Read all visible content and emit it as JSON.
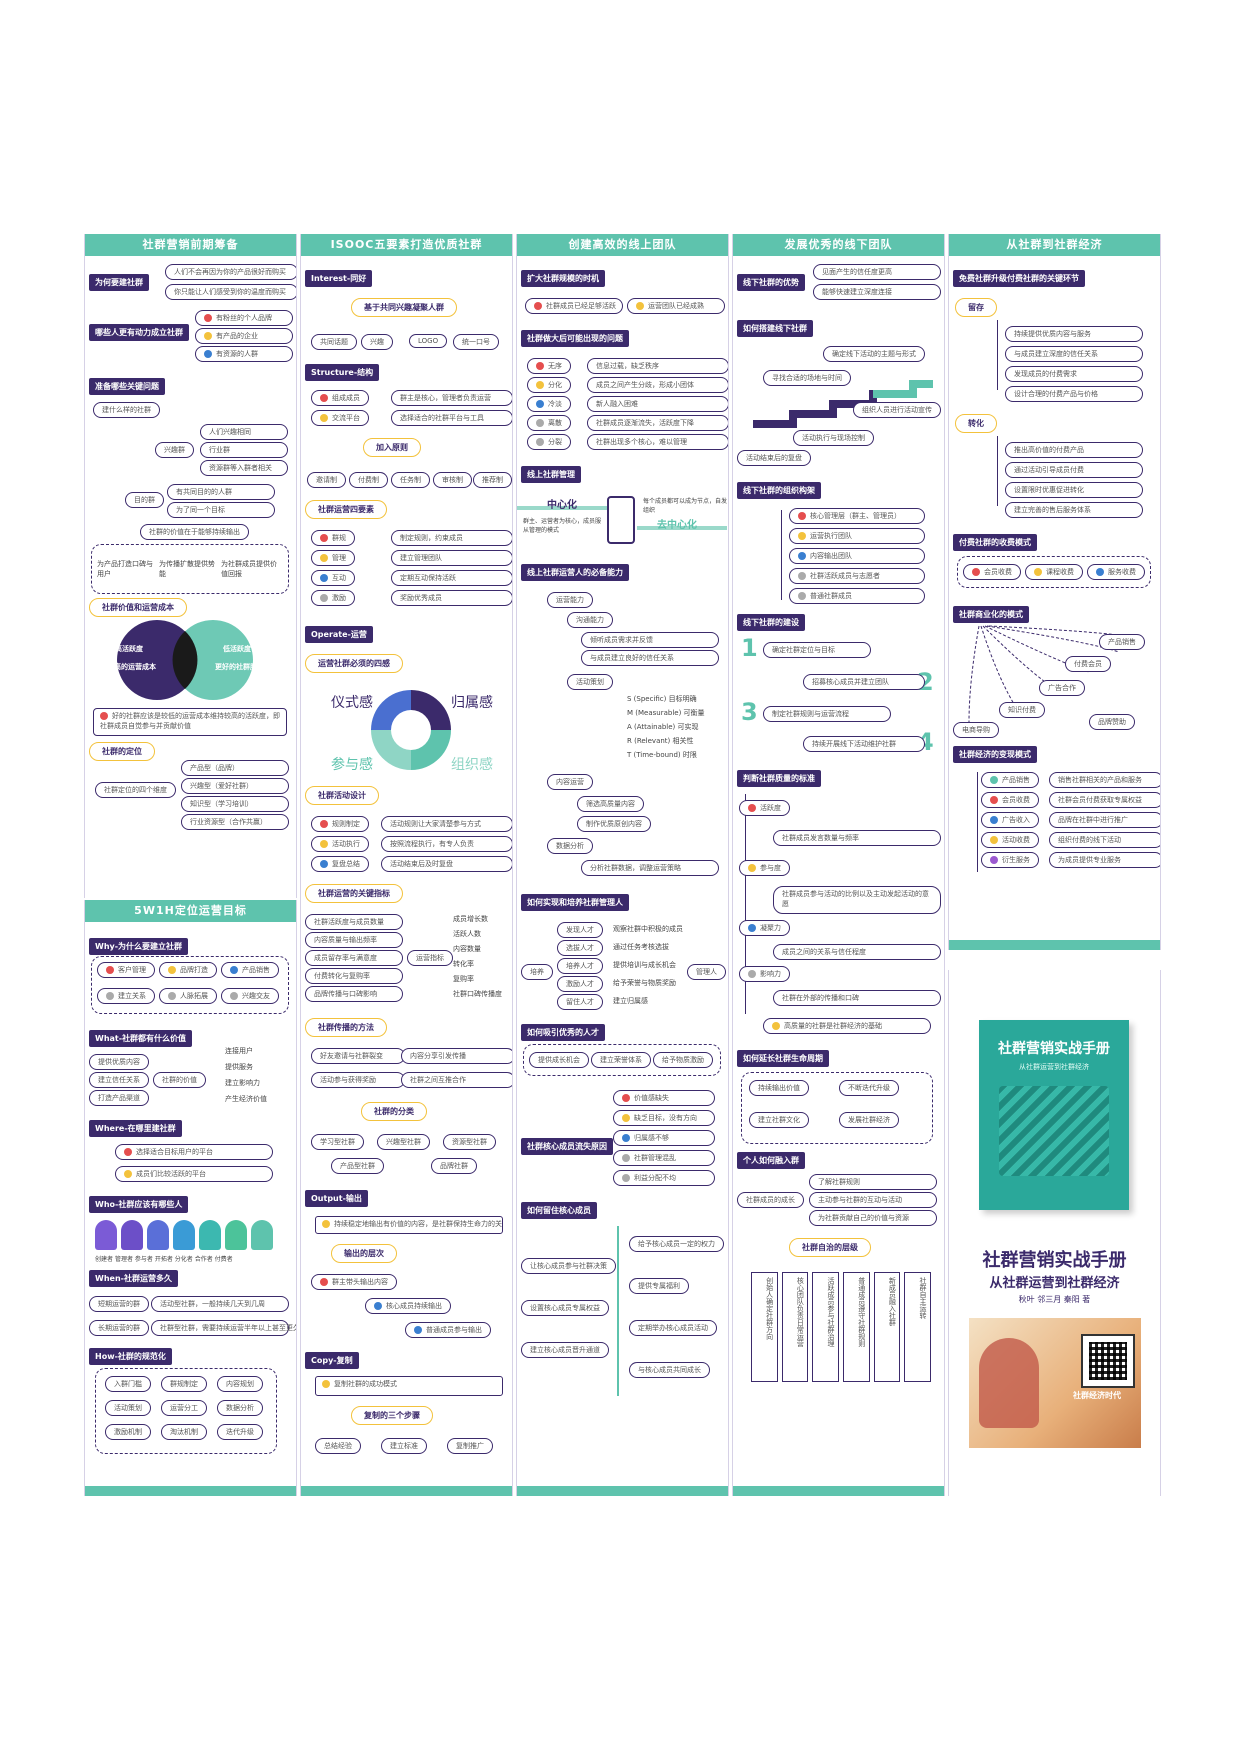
{
  "columns": [
    {
      "title": "社群营销前期筹备"
    },
    {
      "title": "ISOOC五要素打造优质社群"
    },
    {
      "title": "创建高效的线上团队"
    },
    {
      "title": "发展优秀的线下团队"
    },
    {
      "title": "从社群到社群经济"
    }
  ],
  "col1": {
    "sec1": "为何要建社群",
    "sec1_items": [
      "人们不会再因为你的产品很好而购买",
      "你只能让人们感受到你的温度而购买"
    ],
    "sec2": "哪些人更有动力成立社群",
    "sec2_items": [
      "有粉丝的个人品牌",
      "有产品的企业",
      "有资源的人群"
    ],
    "sec3": "准备哪些关键问题",
    "sec3_q": "建什么样的社群",
    "sec3_branch1": "兴趣群",
    "sec3_branch1_items": [
      "人们兴趣相同",
      "行业群",
      "资源群等入群者相关"
    ],
    "sec3_branch2": "目的群",
    "sec3_branch2_items": [
      "有共同目的的人群",
      "为了同一个目标"
    ],
    "sec3_note": "社群的价值在于能够持续输出",
    "sec3_bottom": [
      "为产品打造口碑与用户",
      "为传播扩散提供势能",
      "为社群成员提供价值回报"
    ],
    "sec4": "社群价值和运营成本",
    "venn_left_top": "高活跃度",
    "venn_left_bottom": "更高的运营成本",
    "venn_right_top": "低活跃度",
    "venn_right_bottom": "更好的社群服务",
    "sec4_note": "好的社群应该是较低的运营成本维持较高的活跃度，即社群成员自觉参与并贡献价值",
    "sec5": "社群的定位",
    "sec5_root": "社群定位的四个维度",
    "sec5_items": [
      "产品型（品牌）",
      "兴趣型（爱好社群）",
      "知识型（学习培训）",
      "行业资源型（合作共赢）"
    ]
  },
  "col1b": {
    "title": "5W1H定位运营目标",
    "why": "Why-为什么要建立社群",
    "why_items": [
      "客户管理",
      "品牌打造",
      "产品销售",
      "建立关系",
      "人脉拓展",
      "兴趣交友"
    ],
    "what": "What-社群都有什么价值",
    "what_left": [
      "提供优质内容",
      "建立信任关系",
      "打造产品渠道"
    ],
    "what_center": "社群的价值",
    "what_right": [
      "连接用户",
      "提供服务",
      "建立影响力",
      "产生经济价值"
    ],
    "where": "Where-在哪里建社群",
    "where_items": [
      "选择适合目标用户的平台",
      "成员们比较活跃的平台"
    ],
    "who": "Who-社群应该有哪些人",
    "who_roles": [
      "创建者",
      "管理者",
      "参与者",
      "开拓者",
      "分化者",
      "合作者",
      "付费者"
    ],
    "when": "When-社群运营多久",
    "when_left": [
      "短期运营的群",
      "长期运营的群"
    ],
    "when_right": [
      "活动型社群，一般持续几天到几周",
      "社群型社群，需要持续运营半年以上甚至更久"
    ],
    "how": "How-社群的规范化",
    "how_items": [
      "入群门槛",
      "群规制定",
      "内容规划",
      "活动策划",
      "运营分工",
      "数据分析",
      "激励机制",
      "淘汰机制",
      "迭代升级"
    ]
  },
  "col2": {
    "interest": "Interest-同好",
    "interest_hex": "基于共同兴趣凝聚人群",
    "interest_items": [
      "共同话题",
      "兴趣",
      "LOGO",
      "统一口号"
    ],
    "structure": "Structure-结构",
    "structure_items": [
      "组成成员",
      "交流平台"
    ],
    "structure_desc": [
      "群主是核心，管理者负责运营",
      "选择适合的社群平台与工具"
    ],
    "structure_hex": "加入原则",
    "structure_sub": [
      "邀请制",
      "付费制",
      "任务制",
      "审核制",
      "推荐制"
    ],
    "structure_hex2": "社群运营四要素",
    "structure_four": [
      "群规",
      "管理",
      "互动",
      "激励"
    ],
    "structure_four_desc": [
      "制定规则，约束成员",
      "建立管理团队",
      "定期互动保持活跃",
      "奖励优秀成员"
    ],
    "operate": "Operate-运营",
    "operate_hex": "运营社群必须的四感",
    "ring_labels": [
      "仪式感",
      "归属感",
      "参与感",
      "组织感"
    ],
    "operate_hex2": "社群活动设计",
    "operate_items": [
      "规则制定",
      "活动执行",
      "复盘总结"
    ],
    "operate_item_desc": [
      "活动规则让大家清楚参与方式",
      "按照流程执行，有专人负责",
      "活动结束后及时复盘"
    ],
    "operate_hex3": "社群运营的关键指标",
    "kpi_left": [
      "社群活跃度与成员数量",
      "内容质量与输出频率",
      "成员留存率与满意度",
      "付费转化与复购率",
      "品牌传播与口碑影响"
    ],
    "kpi_center": "运营指标",
    "kpi_right": [
      "成员增长数",
      "活跃人数",
      "内容数量",
      "转化率",
      "复购率",
      "社群口碑传播度"
    ],
    "operate_hex4": "社群传播的方法",
    "spread_items": [
      "好友邀请与社群裂变",
      "内容分享引发传播",
      "活动参与获得奖励",
      "社群之间互推合作"
    ],
    "operate_hex5": "社群的分类",
    "class_items": [
      "学习型社群",
      "兴趣型社群",
      "资源型社群",
      "产品型社群",
      "品牌社群"
    ],
    "output": "Output-输出",
    "output_text": "持续稳定地输出有价值的内容，是社群保持生命力的关键",
    "output_hex": "输出的层次",
    "output_flow": [
      "群主带头输出内容",
      "核心成员持续输出",
      "普通成员参与输出"
    ],
    "copy": "Copy-复制",
    "copy_text": "复制社群的成功模式",
    "copy_hex": "复制的三个步骤",
    "copy_items": [
      "总结经验",
      "建立标准",
      "复制推广"
    ]
  },
  "col3": {
    "s1": "扩大社群规模的时机",
    "s1_items": [
      "社群成员已经足够活跃",
      "运营团队已经成熟"
    ],
    "s2": "社群做大后可能出现的问题",
    "s2_items": [
      [
        "无序",
        "信息过载，缺乏秩序"
      ],
      [
        "分化",
        "成员之间产生分歧，形成小团体"
      ],
      [
        "冷淡",
        "新人融入困难"
      ],
      [
        "离散",
        "社群成员逐渐流失，活跃度下降"
      ],
      [
        "分裂",
        "社群出现多个核心，难以管理"
      ]
    ],
    "s3": "线上社群管理",
    "s3_center": "中心化",
    "s3_center_desc": "群主、运营者为核心，成员服从管理的模式",
    "s3_decenter": "去中心化",
    "s3_decenter_desc": "每个成员都可以成为节点，自发组织",
    "s4": "线上社群运营人的必备能力",
    "s4_root": "运营能力",
    "s4_a": "沟通能力",
    "s4_a_items": [
      "倾听成员需求并反馈",
      "与成员建立良好的信任关系"
    ],
    "s4_b": "活动策划",
    "s4_b_items": [
      "S (Specific) 目标明确",
      "M (Measurable) 可衡量",
      "A (Attainable) 可实现",
      "R (Relevant) 相关性",
      "T (Time-bound) 时限"
    ],
    "s4_c": "内容运营",
    "s4_c_items": [
      "筛选高质量内容",
      "制作优质原创内容"
    ],
    "s4_d": "数据分析",
    "s4_d_item": "分析社群数据，调整运营策略",
    "s5": "如何实现和培养社群管理人",
    "s5_left": "培养",
    "s5_mid": [
      "发现人才",
      "选拔人才",
      "培养人才",
      "激励人才",
      "留住人才"
    ],
    "s5_desc": [
      "观察社群中积极的成员",
      "通过任务考核选拔",
      "提供培训与成长机会",
      "给予荣誉与物质奖励",
      "建立归属感"
    ],
    "s5_right": "管理人",
    "s6": "如何吸引优秀的人才",
    "s6_items": [
      "提供成长机会",
      "建立荣誉体系",
      "给予物质激励"
    ],
    "s7": "社群核心成员流失原因",
    "s7_items": [
      "价值感缺失",
      "缺乏目标，没有方向",
      "归属感不够",
      "社群管理混乱",
      "利益分配不均"
    ],
    "s8": "如何留住核心成员",
    "s8_left": [
      "让核心成员参与社群决策",
      "设置核心成员专属权益",
      "建立核心成员晋升通道"
    ],
    "s8_right": [
      "给予核心成员一定的权力",
      "提供专属福利",
      "定期举办核心成员活动",
      "与核心成员共同成长"
    ]
  },
  "col4": {
    "s1": "线下社群的优势",
    "s1_items": [
      "见面产生的信任度更高",
      "能够快速建立深度连接"
    ],
    "s2": "如何搭建线下社群",
    "s2_steps": [
      "确定线下活动的主题与形式",
      "寻找合适的场地与时间",
      "组织人员进行活动宣传",
      "活动执行与现场控制",
      "活动结束后的复盘"
    ],
    "s3": "线下社群的组织构架",
    "s3_items": [
      "核心管理层（群主、管理员）",
      "运营执行团队",
      "内容输出团队",
      "社群活跃成员与志愿者",
      "普通社群成员"
    ],
    "s4": "线下社群的建设",
    "s4_steps": [
      "确定社群定位与目标",
      "招募核心成员并建立团队",
      "制定社群规则与运营流程",
      "持续开展线下活动维护社群"
    ],
    "s4_nums": [
      "1",
      "2",
      "3",
      "4"
    ],
    "s5": "判断社群质量的标准",
    "s5_items": [
      "活跃度",
      "参与度",
      "凝聚力",
      "影响力"
    ],
    "s5_desc": [
      "社群成员发言数量与频率",
      "社群成员参与活动的比例以及主动发起活动的意愿",
      "成员之间的关系与信任程度",
      "社群在外部的传播和口碑"
    ],
    "s5_note": "高质量的社群是社群经济的基础",
    "s6": "如何延长社群生命周期",
    "s6_items": [
      "持续输出价值",
      "不断迭代升级",
      "建立社群文化",
      "发展社群经济"
    ],
    "s7": "个人如何融入群",
    "s7_left": "社群成员的成长",
    "s7_items": [
      "了解社群规则",
      "主动参与社群的互动与活动",
      "为社群贡献自己的价值与资源"
    ],
    "s7_hex": "社群自治的层级",
    "s7_cols": [
      "创始人确定社群方向",
      "核心团队负责日常运营",
      "活跃成员参与社群治理",
      "普通成员遵守社群规则",
      "新成员融入社群",
      "社群自主运转"
    ]
  },
  "col5": {
    "s1": "免费社群升级付费社群的关键环节",
    "s1_hex": "留存",
    "s1_items": [
      "持续提供优质内容与服务",
      "与成员建立深度的信任关系",
      "发现成员的付费需求",
      "设计合理的付费产品与价格"
    ],
    "s2_hex": "转化",
    "s2_items": [
      "推出高价值的付费产品",
      "通过活动引导成员付费",
      "设置限时优惠促进转化",
      "建立完善的售后服务体系"
    ],
    "s3": "付费社群的收费模式",
    "s3_items": [
      "会员收费",
      "课程收费",
      "服务收费"
    ],
    "s4": "社群商业化的模式",
    "s4_items": [
      "产品销售",
      "付费会员",
      "广告合作",
      "知识付费",
      "电商导购",
      "品牌赞助"
    ],
    "s5": "社群经济的变现模式",
    "s5_items": [
      "产品销售",
      "会员收费",
      "广告收入",
      "活动收费",
      "衍生服务"
    ],
    "s5_desc": [
      "销售社群相关的产品和服务",
      "社群会员付费获取专属权益",
      "品牌在社群中进行推广",
      "组织付费的线下活动",
      "为成员提供专业服务"
    ]
  },
  "book": {
    "cover_title": "社群营销实战手册",
    "cover_sub": "从社群运营到社群经济",
    "title": "社群营销实战手册",
    "subtitle": "从社群运营到社群经济",
    "authors": "秋叶 邻三月 秦阳 著",
    "promo_text": "社群经济时代"
  }
}
